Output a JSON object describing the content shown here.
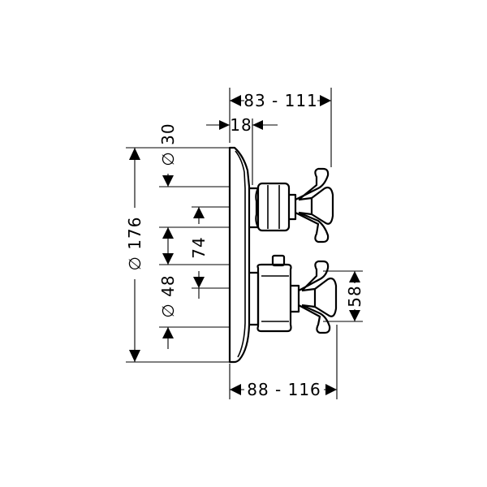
{
  "dimensions": {
    "top_projection": "83 - 111",
    "stem_depth": "18",
    "top_knob_diameter": "∅ 30",
    "plate_diameter": "∅ 176",
    "knob_spacing": "74",
    "bottom_knob_diameter": "∅ 48",
    "bottom_handle_height": "58",
    "bottom_projection": "88 - 116"
  }
}
